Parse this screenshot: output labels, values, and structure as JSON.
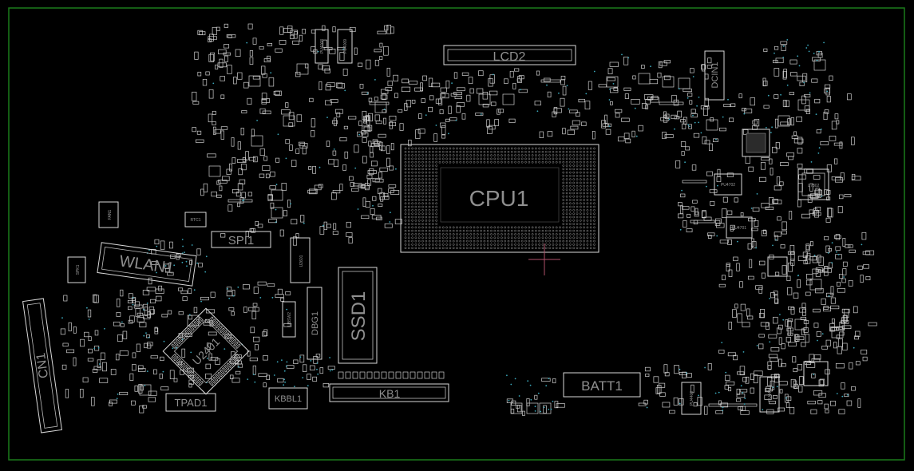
{
  "colors": {
    "background": "#000000",
    "frame": "#1b7a1b",
    "silkscreen": "#d9d9d9",
    "label": "#8f8f8f",
    "via": "#3aa6b9",
    "cursor": "#b0506a"
  },
  "components": {
    "cpu": "CPU1",
    "lcd": "LCD2",
    "dcin": "DCIN1",
    "wlan": "WLAN1",
    "spi": "SPI1",
    "ssd": "SSD1",
    "kb": "KB1",
    "batt": "BATT1",
    "cn": "CN1",
    "u2401": "U2401",
    "tpad": "TPAD1",
    "kbbl": "KBBL1",
    "dbg": "DBG1",
    "u2601": "U2601",
    "fan": "FAN1",
    "spk": "SPK1",
    "rtc": "RTC1",
    "u7802": "U7802",
    "pu4702": "PU4702",
    "pu4701": "PU4701",
    "pu4008": "PU4008",
    "pu4009": "PU4009",
    "pu4406": "PU4406",
    "pu4401": "PU4401",
    "u5sw2": "UBSW2"
  }
}
